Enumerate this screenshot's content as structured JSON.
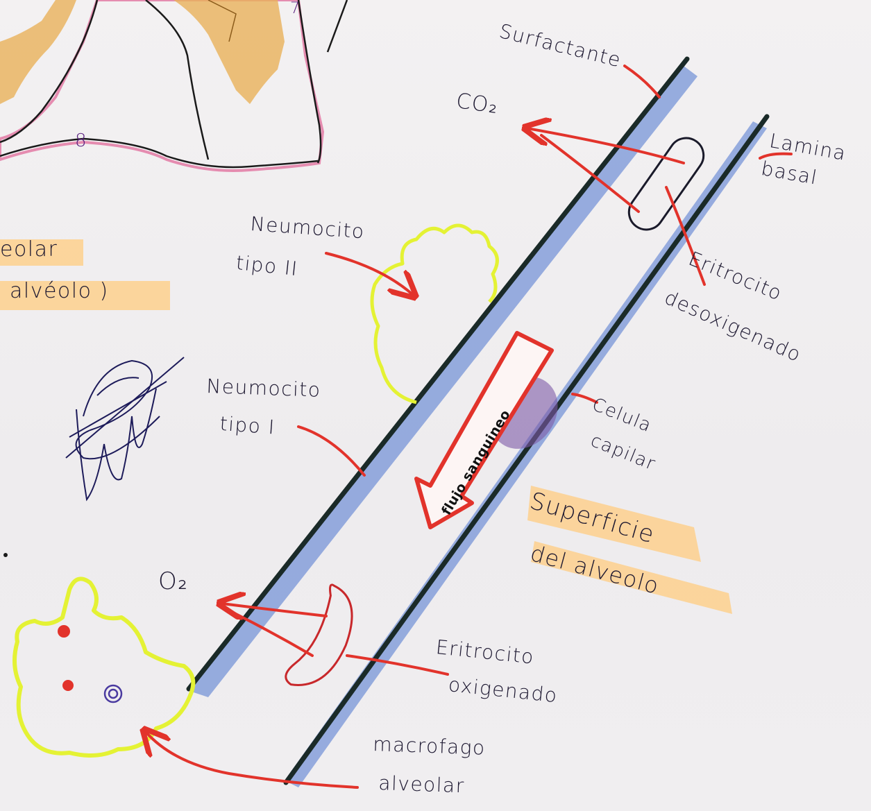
{
  "labels": {
    "surfactante": "Surfactante",
    "co2": "CO₂",
    "lamina": "Lamina",
    "basal": "basal",
    "neumocito_ii_1": "Neumocito",
    "neumocito_ii_2": "tipo II",
    "eolar": "eolar",
    "alveolo_partial": "alvéolo )",
    "eritrocito_des_1": "Eritrocito",
    "eritrocito_des_2": "desoxigenado",
    "neumocito_i_1": "Neumocito",
    "neumocito_i_2": "tipo I",
    "flujo": "flujo sanguineo",
    "celula_1": "Celula",
    "celula_2": "capilar",
    "superficie_1": "Superficie",
    "superficie_2": "del alveolo",
    "o2": "O₂",
    "eritrocito_ox_1": "Eritrocito",
    "eritrocito_ox_2": "oxigenado",
    "macrofago_1": "macrofago",
    "macrofago_2": "alveolar",
    "digit_8": "8",
    "digit_7": "7"
  },
  "colors": {
    "membrane_dark": "#1a2a28",
    "membrane_blue": "#6f8fd6",
    "arrow_red": "#e2332b",
    "cell_yellow": "#e4f234",
    "cell_purple": "#7d5aa6",
    "highlight": "#ffcc80",
    "tissue_orange": "#e8b25a",
    "tissue_pink": "#e58cb0"
  }
}
